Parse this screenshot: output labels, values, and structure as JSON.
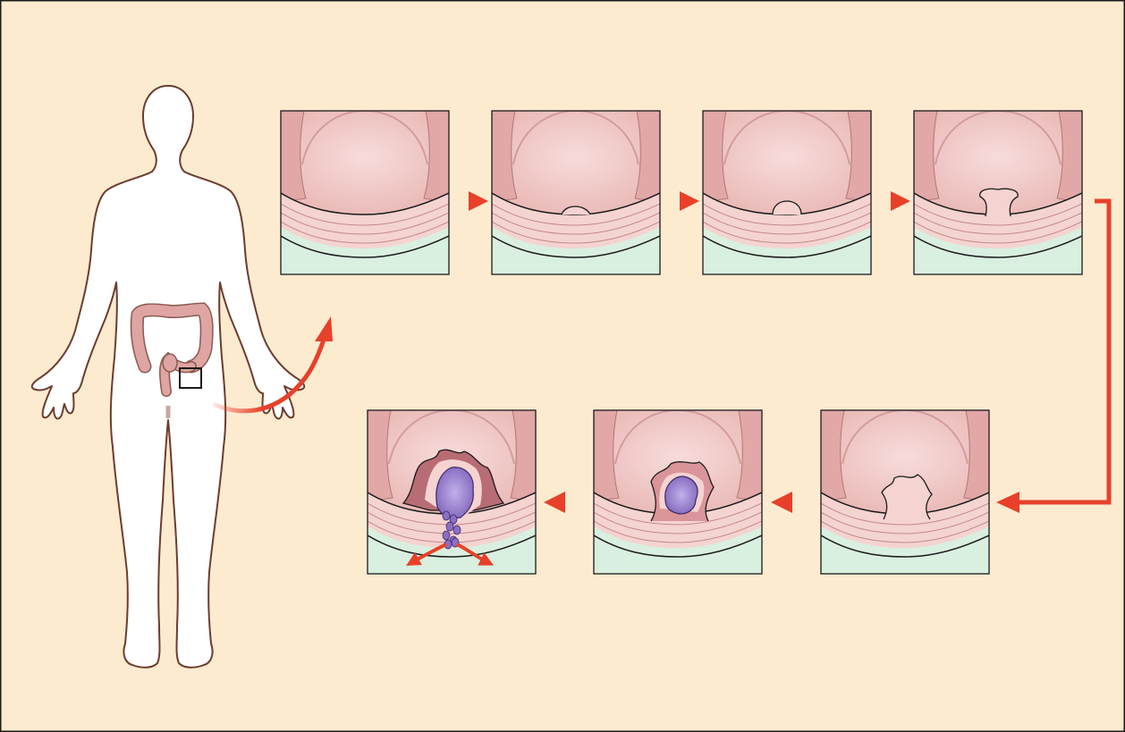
{
  "figure": {
    "background_color": "#fdebd0",
    "border_color": "#1a1a1a",
    "arrow_color": "#e8402a"
  },
  "body_figure": {
    "fill_color": "#ffffff",
    "outline_color": "#6b3d2e",
    "colon_color": "#dea5a2",
    "highlight_box": "rectum-region-marker"
  },
  "stages": [
    {
      "id": "normal-lining",
      "row": 1,
      "order": 1
    },
    {
      "id": "small-bump",
      "row": 1,
      "order": 2
    },
    {
      "id": "rounded-polyp",
      "row": 1,
      "order": 3
    },
    {
      "id": "stalked-polyp",
      "row": 1,
      "order": 4
    },
    {
      "id": "irregular-polyp",
      "row": 2,
      "order": 5
    },
    {
      "id": "tumor-in-polyp",
      "row": 2,
      "order": 6
    },
    {
      "id": "invasive-tumor-spreading",
      "row": 2,
      "order": 7
    }
  ],
  "panel_colors": {
    "lumen": "#eec4c2",
    "lumen_highlight": "#f7dcdb",
    "fold": "#e2a7a7",
    "mucosa": "#f4d3d0",
    "stroma": "#d9efe0",
    "tumor": "#7f62ba",
    "tumor_light": "#c0b0ea"
  }
}
